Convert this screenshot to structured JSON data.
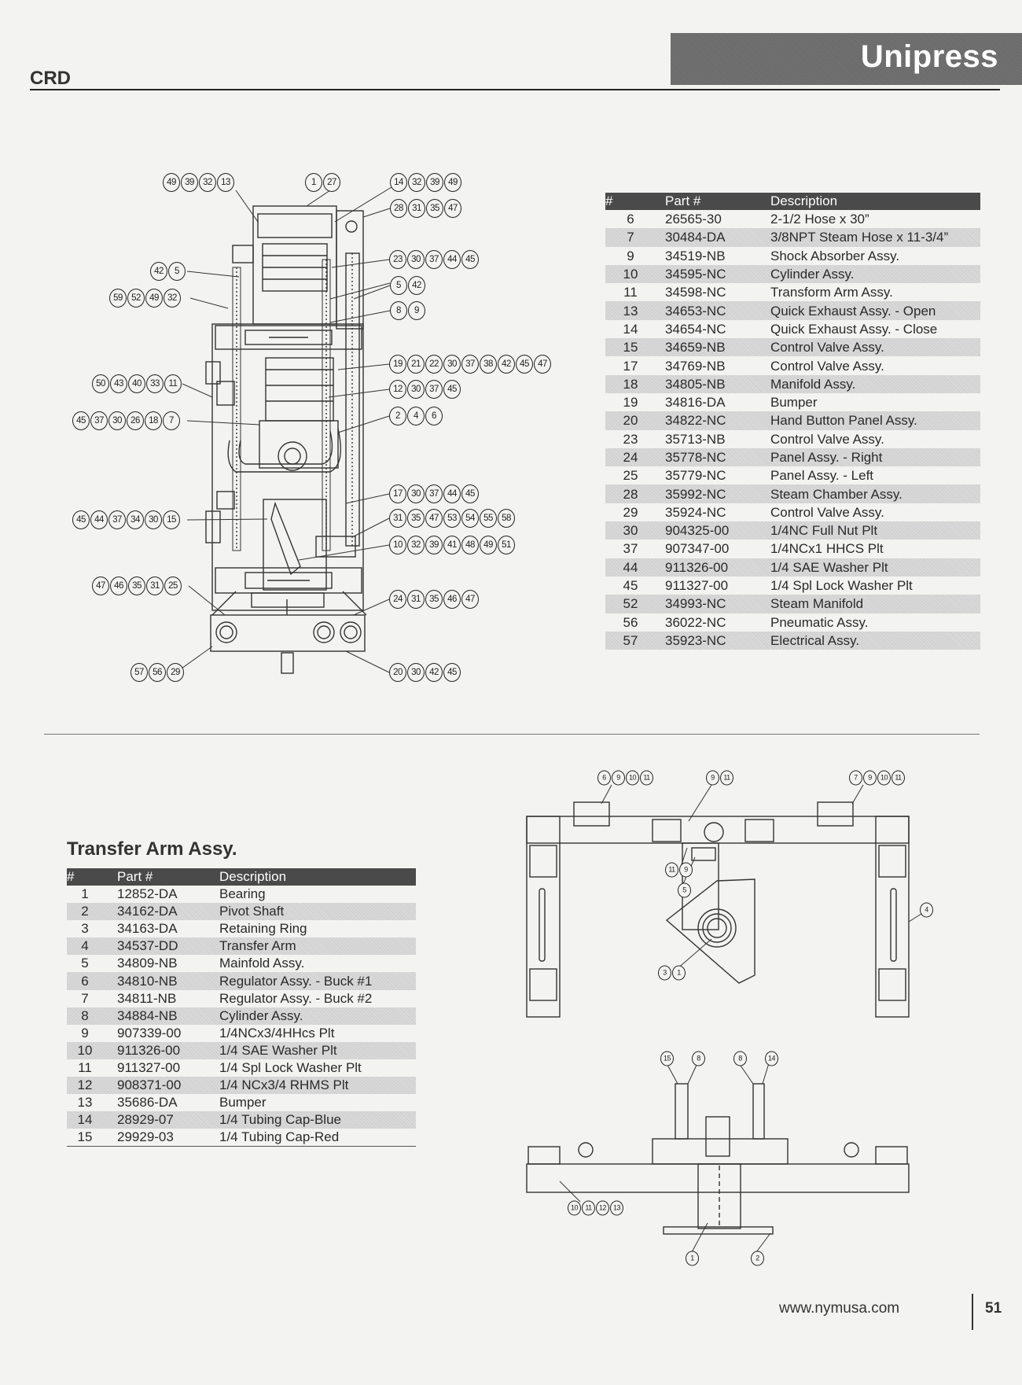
{
  "header": {
    "brand": "Unipress",
    "model": "CRD"
  },
  "main_table": {
    "columns": [
      "#",
      "Part #",
      "Description"
    ],
    "rows": [
      [
        "6",
        "26565-30",
        "2-1/2 Hose x 30”"
      ],
      [
        "7",
        "30484-DA",
        "3/8NPT Steam Hose x 11-3/4”"
      ],
      [
        "9",
        "34519-NB",
        "Shock Absorber Assy."
      ],
      [
        "10",
        "34595-NC",
        "Cylinder Assy."
      ],
      [
        "11",
        "34598-NC",
        "Transform Arm Assy."
      ],
      [
        "13",
        "34653-NC",
        "Quick Exhaust Assy. - Open"
      ],
      [
        "14",
        "34654-NC",
        "Quick Exhaust Assy. - Close"
      ],
      [
        "15",
        "34659-NB",
        "Control Valve Assy."
      ],
      [
        "17",
        "34769-NB",
        "Control Valve Assy."
      ],
      [
        "18",
        "34805-NB",
        "Manifold Assy."
      ],
      [
        "19",
        "34816-DA",
        "Bumper"
      ],
      [
        "20",
        "34822-NC",
        "Hand Button Panel Assy."
      ],
      [
        "23",
        "35713-NB",
        "Control Valve Assy."
      ],
      [
        "24",
        "35778-NC",
        "Panel Assy. - Right"
      ],
      [
        "25",
        "35779-NC",
        "Panel Assy. - Left"
      ],
      [
        "28",
        "35992-NC",
        "Steam Chamber Assy."
      ],
      [
        "29",
        "35924-NC",
        "Control Valve Assy."
      ],
      [
        "30",
        "904325-00",
        "1/4NC Full Nut Plt"
      ],
      [
        "37",
        "907347-00",
        "1/4NCx1 HHCS Plt"
      ],
      [
        "44",
        "911326-00",
        "1/4 SAE Washer Plt"
      ],
      [
        "45",
        "911327-00",
        "1/4 Spl Lock Washer Plt"
      ],
      [
        "52",
        "34993-NC",
        "Steam Manifold"
      ],
      [
        "56",
        "36022-NC",
        "Pneumatic Assy."
      ],
      [
        "57",
        "35923-NC",
        "Electrical Assy."
      ]
    ]
  },
  "transfer_arm": {
    "title": "Transfer Arm Assy.",
    "columns": [
      "#",
      "Part #",
      "Description"
    ],
    "rows": [
      [
        "1",
        "12852-DA",
        "Bearing"
      ],
      [
        "2",
        "34162-DA",
        "Pivot Shaft"
      ],
      [
        "3",
        "34163-DA",
        "Retaining Ring"
      ],
      [
        "4",
        "34537-DD",
        "Transfer Arm"
      ],
      [
        "5",
        "34809-NB",
        "Mainfold Assy."
      ],
      [
        "6",
        "34810-NB",
        "Regulator Assy. - Buck #1"
      ],
      [
        "7",
        "34811-NB",
        "Regulator Assy. - Buck #2"
      ],
      [
        "8",
        "34884-NB",
        "Cylinder Assy."
      ],
      [
        "9",
        "907339-00",
        "1/4NCx3/4HHcs Plt"
      ],
      [
        "10",
        "911326-00",
        "1/4 SAE Washer Plt"
      ],
      [
        "11",
        "911327-00",
        "1/4 Spl Lock Washer Plt"
      ],
      [
        "12",
        "908371-00",
        "1/4 NCx3/4 RHMS Plt"
      ],
      [
        "13",
        "35686-DA",
        "Bumper"
      ],
      [
        "14",
        "28929-07",
        "1/4 Tubing Cap-Blue"
      ],
      [
        "15",
        "29929-03",
        "1/4 Tubing Cap-Red"
      ]
    ]
  },
  "machine_callouts": [
    [
      "49",
      "39",
      "32",
      "13"
    ],
    [
      "1",
      "27"
    ],
    [
      "14",
      "32",
      "39",
      "49"
    ],
    [
      "28",
      "31",
      "35",
      "47"
    ],
    [
      "23",
      "30",
      "37",
      "44",
      "45"
    ],
    [
      "42",
      "5"
    ],
    [
      "5",
      "42"
    ],
    [
      "59",
      "52",
      "49",
      "32"
    ],
    [
      "8",
      "9"
    ],
    [
      "19",
      "21",
      "22",
      "30",
      "37",
      "38",
      "42",
      "45",
      "47"
    ],
    [
      "50",
      "43",
      "40",
      "33",
      "11"
    ],
    [
      "12",
      "30",
      "37",
      "45"
    ],
    [
      "45",
      "37",
      "30",
      "26",
      "18",
      "7"
    ],
    [
      "2",
      "4",
      "6"
    ],
    [
      "17",
      "30",
      "37",
      "44",
      "45"
    ],
    [
      "45",
      "44",
      "37",
      "34",
      "30",
      "15"
    ],
    [
      "31",
      "35",
      "47",
      "53",
      "54",
      "55",
      "58"
    ],
    [
      "10",
      "32",
      "39",
      "41",
      "48",
      "49",
      "51"
    ],
    [
      "47",
      "46",
      "35",
      "31",
      "25"
    ],
    [
      "24",
      "31",
      "35",
      "46",
      "47"
    ],
    [
      "57",
      "56",
      "29"
    ],
    [
      "20",
      "30",
      "42",
      "45"
    ]
  ],
  "arm_callouts": [
    [
      "6",
      "9",
      "10",
      "11"
    ],
    [
      "9",
      "11"
    ],
    [
      "7",
      "9",
      "10",
      "11"
    ],
    [
      "11",
      "9"
    ],
    [
      "5"
    ],
    [
      "4"
    ],
    [
      "3",
      "1"
    ],
    [
      "15"
    ],
    [
      "8"
    ],
    [
      "8"
    ],
    [
      "14"
    ],
    [
      "10",
      "11",
      "12",
      "13"
    ],
    [
      "1"
    ],
    [
      "2"
    ]
  ],
  "footer": {
    "url": "www.nymusa.com",
    "page": "51"
  }
}
